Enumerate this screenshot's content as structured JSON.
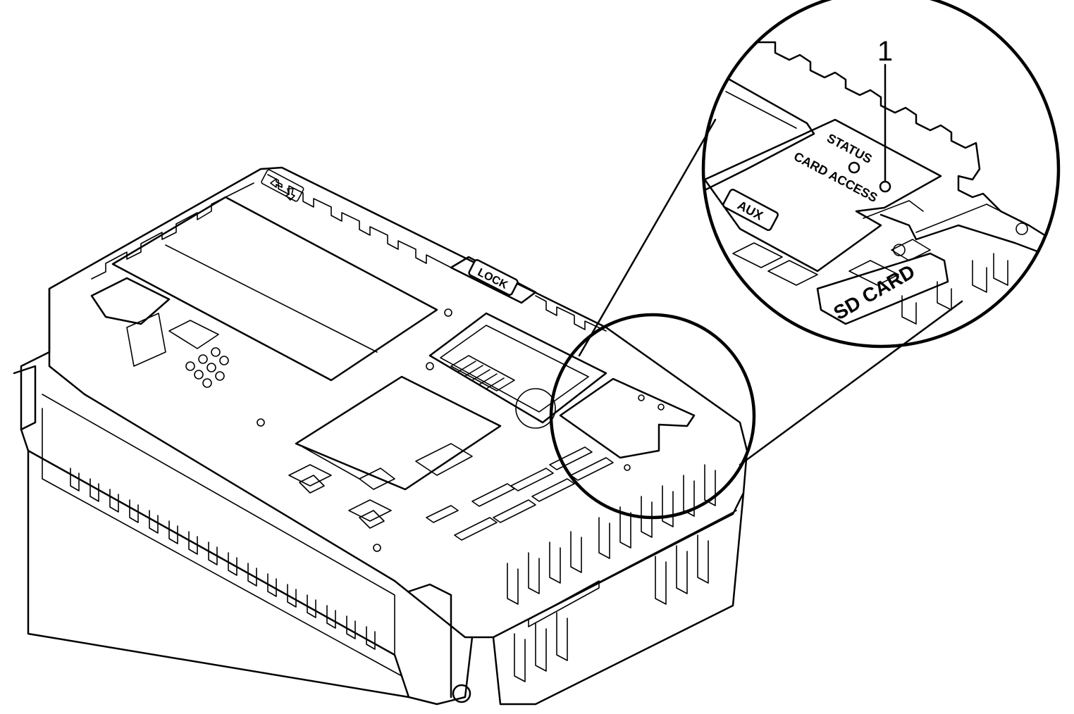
{
  "callout": {
    "number": "1"
  },
  "labels": {
    "lock": "LOCK",
    "status": "STATUS",
    "card_access": "CARD ACCESS",
    "aux": "AUX",
    "sd_card": "SD CARD"
  },
  "colors": {
    "ink": "#000000",
    "background": "#ffffff"
  }
}
